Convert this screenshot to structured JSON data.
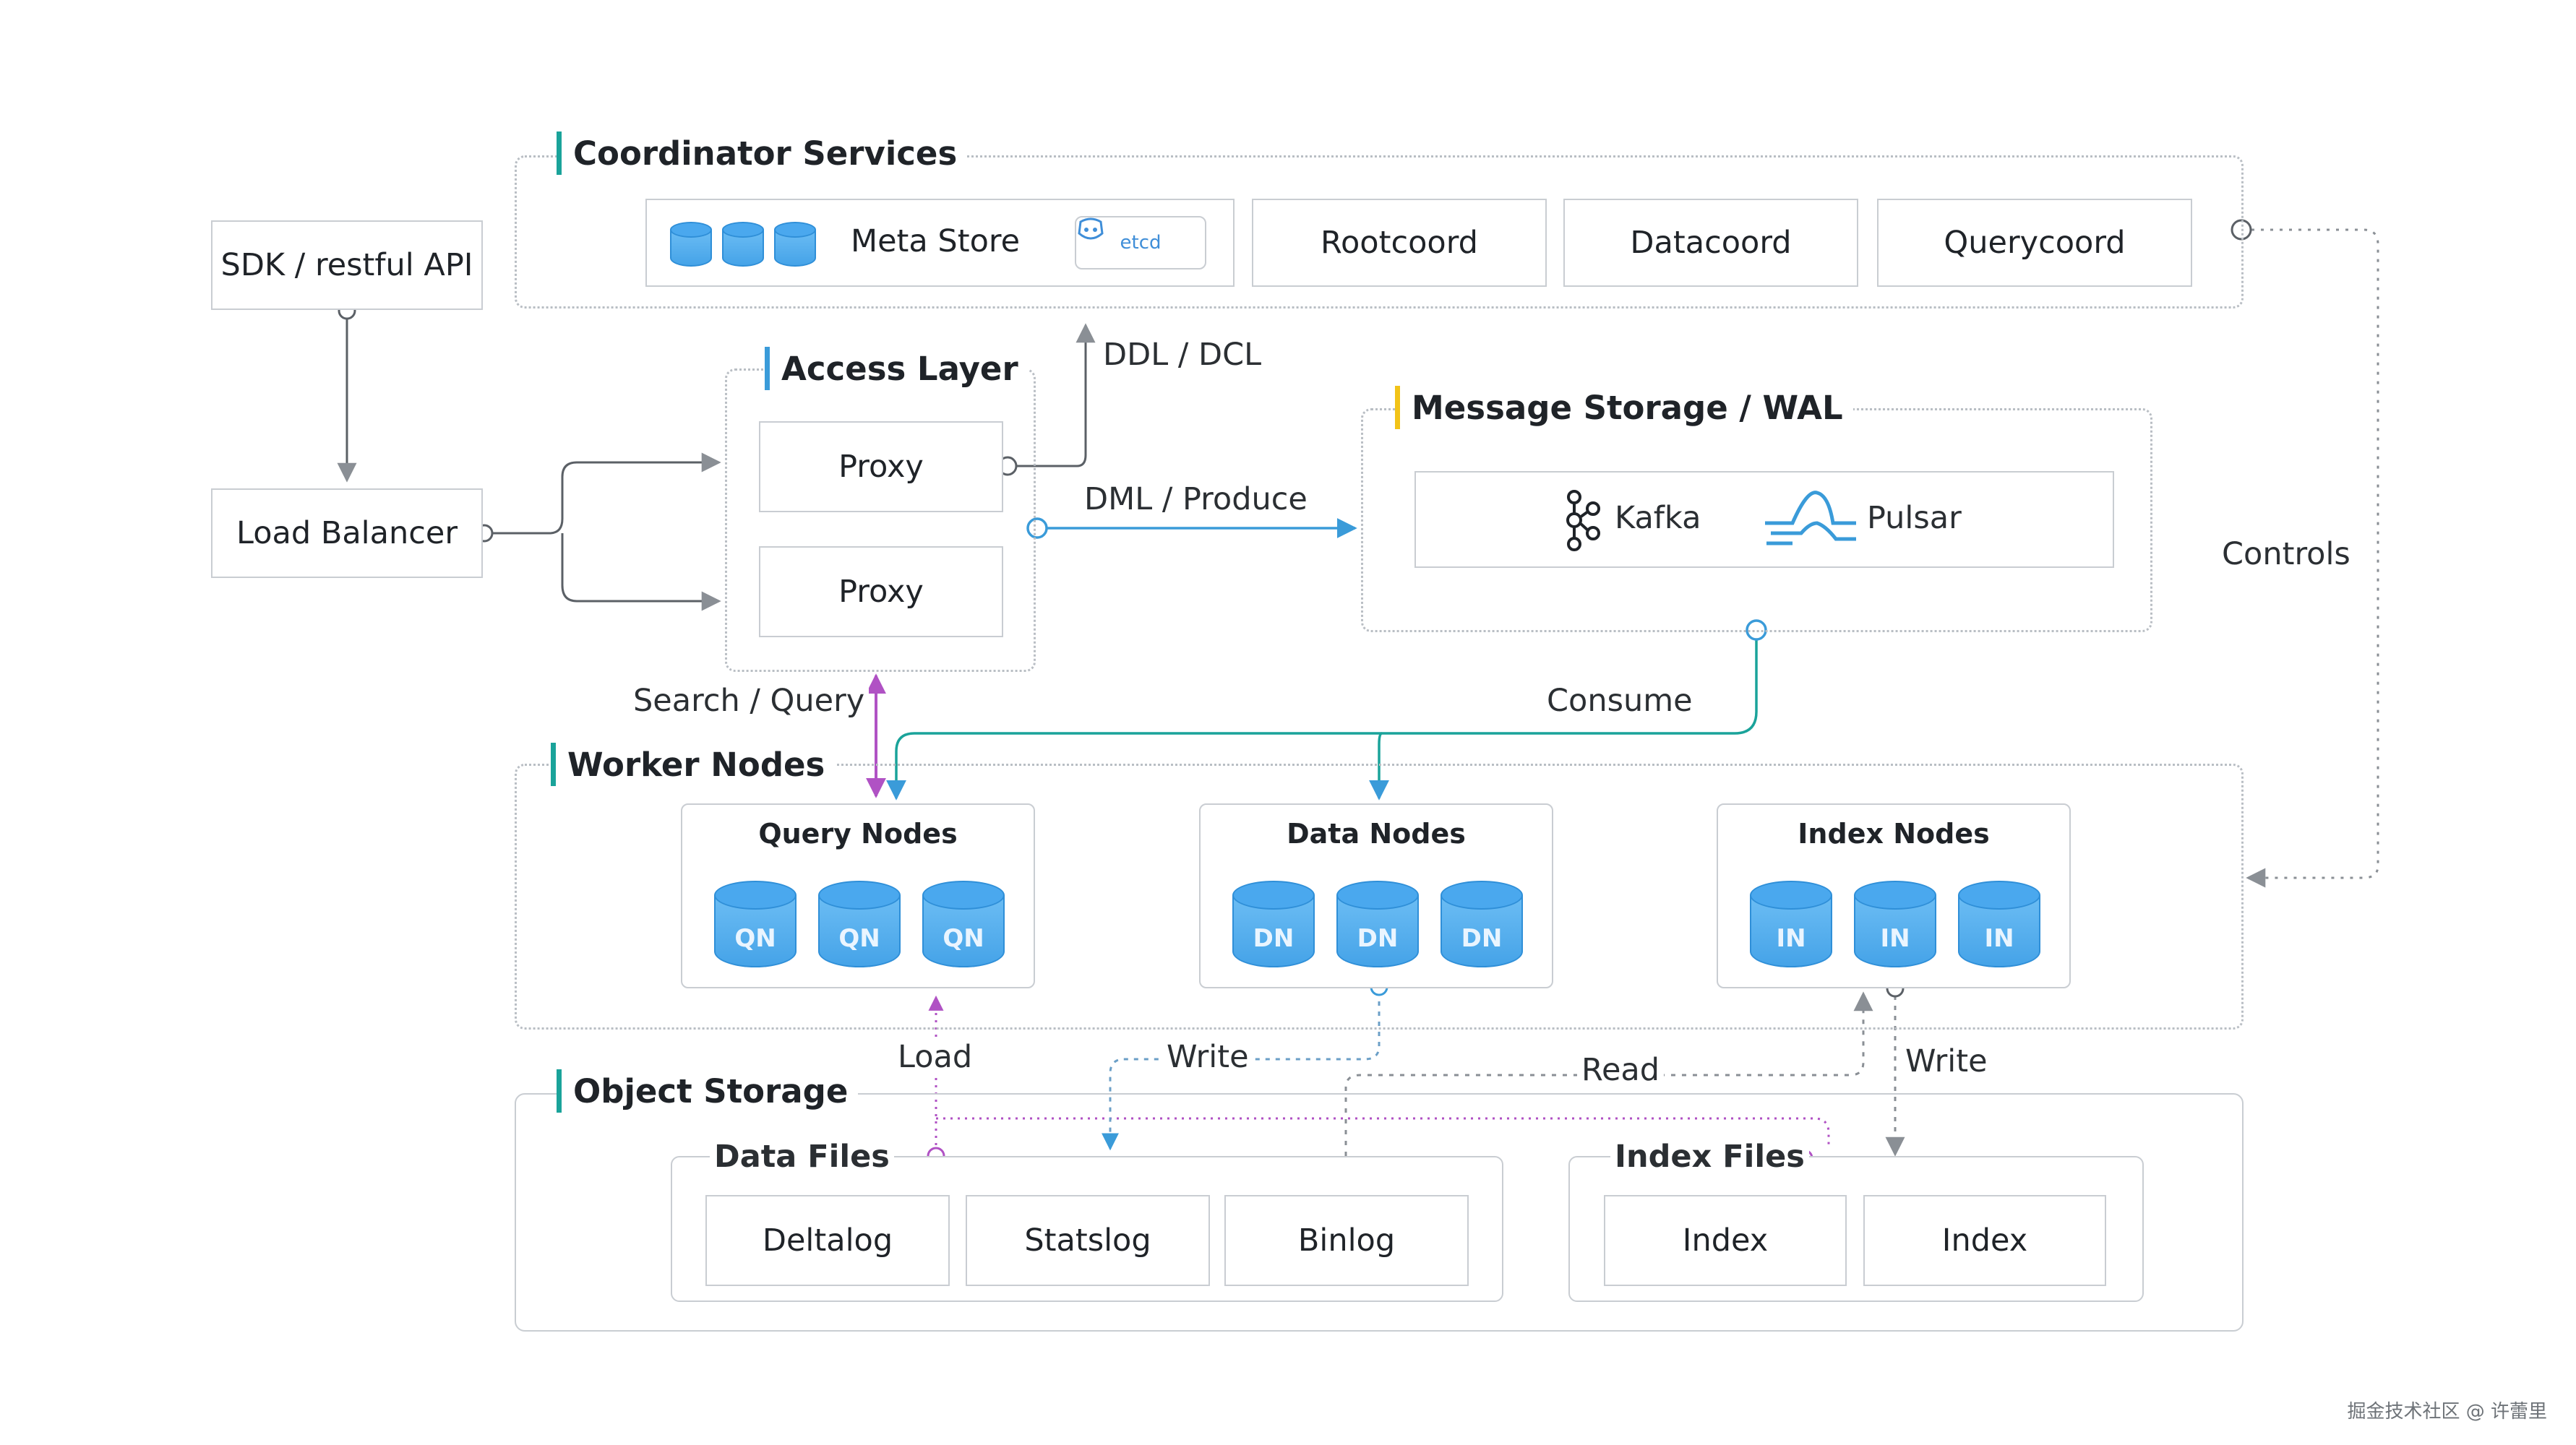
{
  "colors": {
    "teal": "#1aa39a",
    "blue": "#3a9bd9",
    "yellow": "#f2c318",
    "purple": "#b052c4",
    "gray": "#8a8f95"
  },
  "entry": {
    "sdk": "SDK / restful API",
    "load_balancer": "Load Balancer"
  },
  "coordinator": {
    "title": "Coordinator Services",
    "meta_store": "Meta Store",
    "etcd": "etcd",
    "rootcoord": "Rootcoord",
    "datacoord": "Datacoord",
    "querycoord": "Querycoord"
  },
  "access": {
    "title": "Access Layer",
    "proxy1": "Proxy",
    "proxy2": "Proxy"
  },
  "message": {
    "title": "Message Storage / WAL",
    "kafka": "Kafka",
    "pulsar": "Pulsar"
  },
  "worker": {
    "title": "Worker Nodes",
    "query_nodes": {
      "title": "Query Nodes",
      "items": [
        "QN",
        "QN",
        "QN"
      ]
    },
    "data_nodes": {
      "title": "Data Nodes",
      "items": [
        "DN",
        "DN",
        "DN"
      ]
    },
    "index_nodes": {
      "title": "Index Nodes",
      "items": [
        "IN",
        "IN",
        "IN"
      ]
    }
  },
  "storage": {
    "title": "Object Storage",
    "data_files": {
      "title": "Data Files",
      "items": [
        "Deltalog",
        "Statslog",
        "Binlog"
      ]
    },
    "index_files": {
      "title": "Index Files",
      "items": [
        "Index",
        "Index"
      ]
    }
  },
  "edges": {
    "ddl": "DDL / DCL",
    "dml": "DML / Produce",
    "controls": "Controls",
    "search": "Search / Query",
    "consume": "Consume",
    "load": "Load",
    "write_data": "Write",
    "read": "Read",
    "write_index": "Write"
  },
  "watermark": "掘金技术社区 @ 许蕾里"
}
